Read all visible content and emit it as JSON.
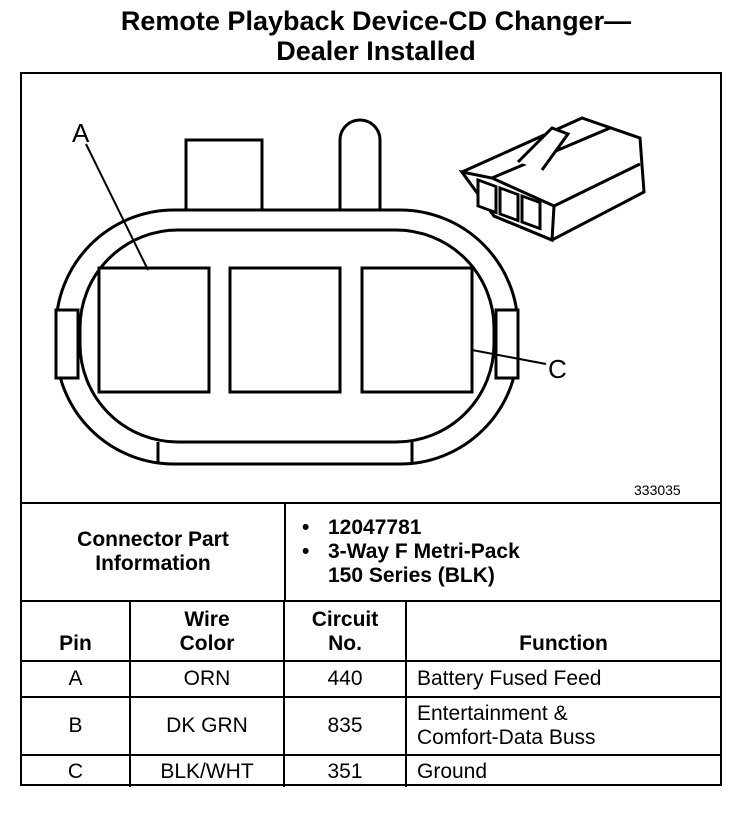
{
  "title": {
    "line1": "Remote Playback Device-CD Changer—",
    "line2": "Dealer Installed"
  },
  "diagram": {
    "callout_a": "A",
    "callout_c": "C",
    "figure_number": "333035"
  },
  "connector_info": {
    "label_line1": "Connector Part",
    "label_line2": "Information",
    "part_number": "12047781",
    "description_line1": "3-Way F Metri-Pack",
    "description_line2": "150 Series (BLK)"
  },
  "pin_table": {
    "headers": {
      "pin": "Pin",
      "wire_color_line1": "Wire",
      "wire_color_line2": "Color",
      "circuit_line1": "Circuit",
      "circuit_line2": "No.",
      "function": "Function"
    },
    "rows": [
      {
        "pin": "A",
        "wire_color": "ORN",
        "circuit": "440",
        "function_line1": "Battery Fused Feed",
        "function_line2": ""
      },
      {
        "pin": "B",
        "wire_color": "DK GRN",
        "circuit": "835",
        "function_line1": "Entertainment &",
        "function_line2": "Comfort-Data Buss"
      },
      {
        "pin": "C",
        "wire_color": "BLK/WHT",
        "circuit": "351",
        "function_line1": "Ground",
        "function_line2": ""
      }
    ]
  }
}
